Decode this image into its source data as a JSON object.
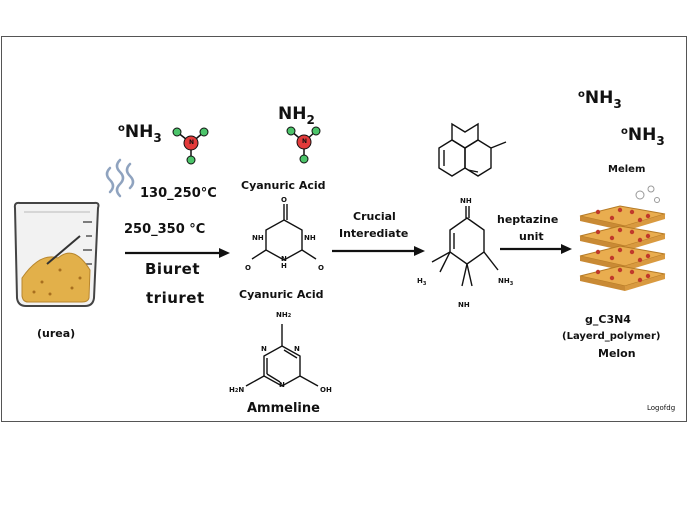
{
  "urea_label": "(urea)",
  "ammonia_1": {
    "prefix": "o",
    "main": "NH",
    "sub": "3"
  },
  "temp_1": "130_250°C",
  "temp_2": "250_350 °C",
  "biuret": "Biuret",
  "triuret": "triuret",
  "nh2_top": {
    "main": "NH",
    "sub": "2"
  },
  "cyanuric_top": "Cyanuric Acid",
  "cyanuric_bottom": "Cyanuric Acid",
  "ammeline": "Ammeline",
  "crucial_1": "Crucial",
  "crucial_2": "Interediate",
  "heptazine_1": "heptazine",
  "heptazine_2": "unit",
  "ammonia_2": {
    "prefix": "o",
    "main": "NH",
    "sub": "3"
  },
  "ammonia_3": {
    "prefix": "o",
    "main": "NH",
    "sub": "3"
  },
  "melem": "Melem",
  "gcn": "g_C3N4",
  "layered": "(Layerd_polymer)",
  "melon": "Melon",
  "logo": "Logofdg",
  "atoms": {
    "o": "O",
    "nh": "NH",
    "h": "H",
    "nh2": "NH",
    "h2": "2",
    "h2n": "H",
    "h2n_sub": "2",
    "n": "N",
    "oh": "OH",
    "h3": "H",
    "h3_sub": "3",
    "nh3": "NH",
    "nh3_sub": "3",
    "mol_n": "N",
    "mol_h": "H"
  },
  "colors": {
    "nitrogen": "#e23a3a",
    "hydrogen": "#4cc46a",
    "urea": "#e2b04a",
    "layer": "#e9ad4f",
    "layer_dot": "#c0392b",
    "bond": "#111111"
  }
}
